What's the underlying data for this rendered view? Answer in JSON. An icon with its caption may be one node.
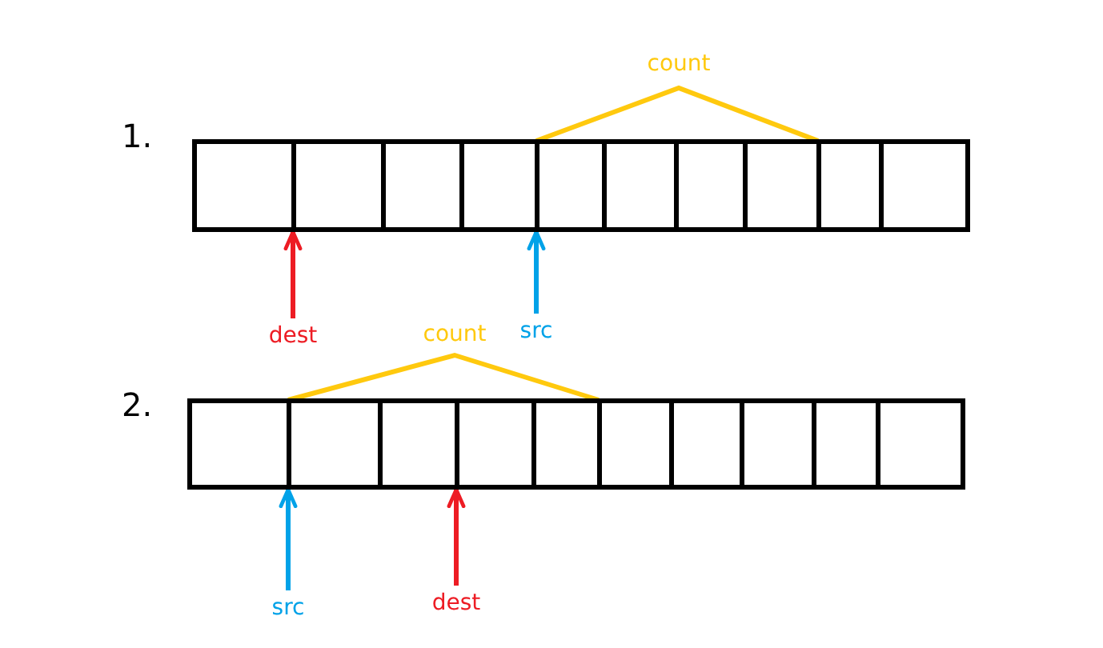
{
  "diagram": {
    "nodes": [
      {
        "text": [],
        "shape": "bar"
      },
      {
        "text": [
          "dest"
        ]
      },
      {
        "text": [
          "src"
        ]
      },
      {
        "text": [],
        "shape": "bar"
      },
      {
        "text": [
          "src"
        ]
      },
      {
        "text": [
          "dest"
        ]
      }
    ],
    "edges": [
      {
        "from": 1,
        "to": 0,
        "arrow": "to",
        "color": "#ed1c24"
      },
      {
        "from": 2,
        "to": 0,
        "arrow": "to",
        "color": "#00a2e8"
      },
      {
        "from": 4,
        "to": 3,
        "arrow": "to",
        "color": "#00a2e8"
      },
      {
        "from": 5,
        "to": 3,
        "arrow": "to",
        "color": "#ed1c24"
      }
    ],
    "labels": [
      "count",
      "1.",
      "count",
      "2."
    ]
  }
}
